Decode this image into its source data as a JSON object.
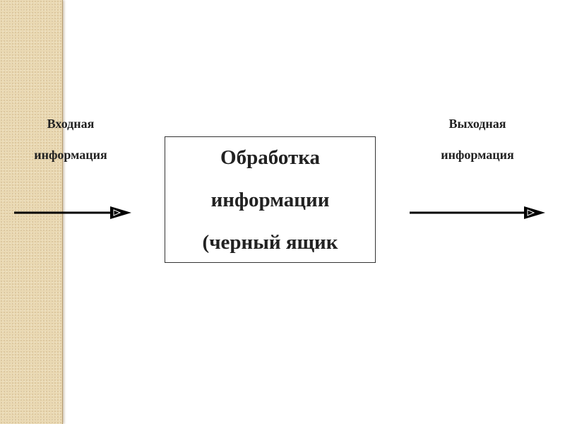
{
  "diagram": {
    "input_label": [
      "Входная",
      "информация"
    ],
    "process_lines": [
      "Обработка",
      "информации",
      "(черный ящик"
    ],
    "output_label": [
      "Выходная",
      "информация"
    ]
  }
}
